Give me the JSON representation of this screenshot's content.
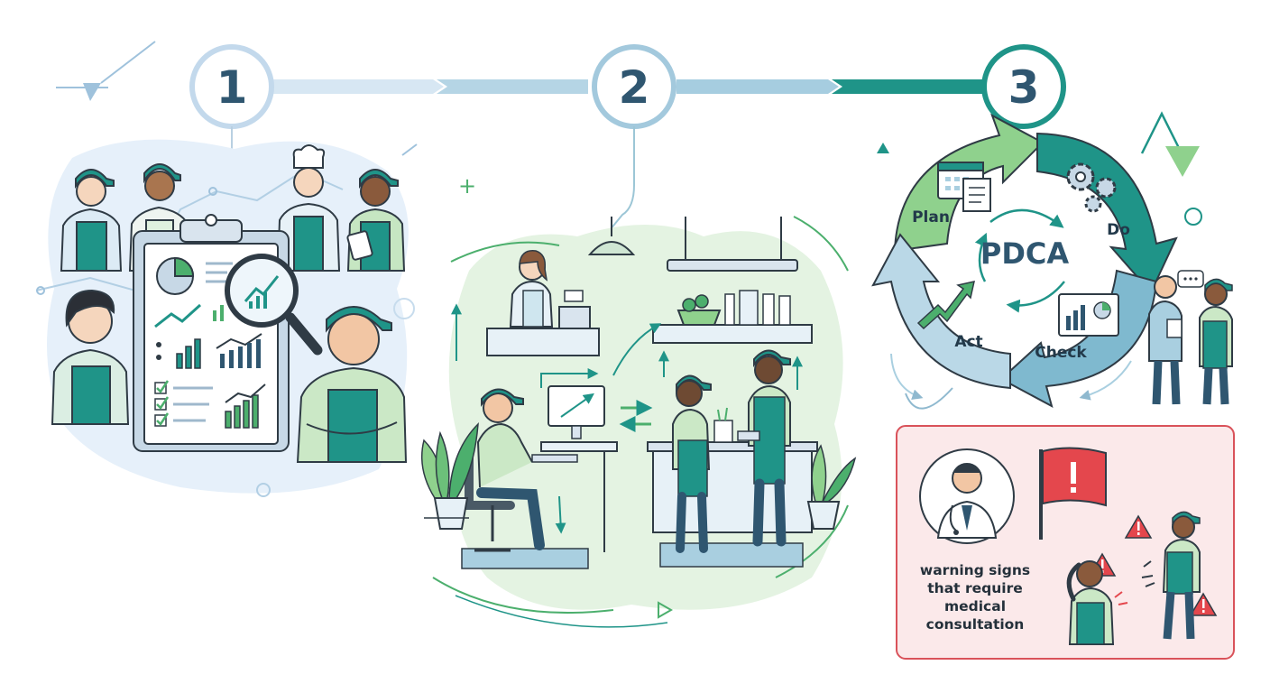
{
  "steps": [
    {
      "number": "1"
    },
    {
      "number": "2"
    },
    {
      "number": "3"
    }
  ],
  "pdca": {
    "center": "PDCA",
    "plan": "Plan",
    "do": "Do",
    "check": "Check",
    "act": "Act"
  },
  "warning": {
    "lines": [
      "warning signs",
      "that require",
      "medical",
      "consultation"
    ]
  },
  "colors": {
    "navy": "#2f5670",
    "teal": "#1f9488",
    "green": "#8fd18d",
    "light_blue": "#a9cfe0",
    "alert_red": "#e4474d",
    "alert_bg": "#fbe9ea"
  }
}
